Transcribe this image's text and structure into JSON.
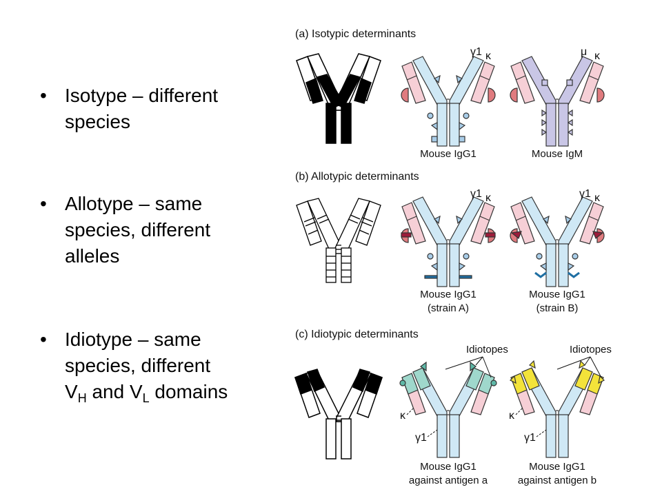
{
  "bullets": [
    {
      "lines": [
        "Isotype – different",
        "species"
      ]
    },
    {
      "lines": [
        "Allotype – same",
        "species, different",
        "alleles"
      ]
    },
    {
      "lines": [
        "Idiotype – same",
        "species, different"
      ],
      "last_line": {
        "v1": "V",
        "sub1": "H",
        "mid": " and V",
        "sub2": "L",
        "end": " domains"
      }
    }
  ],
  "bullet_symbol": "•",
  "panels": [
    {
      "title": "(a) Isotypic determinants",
      "chain_labels": [
        [
          "γ1",
          "κ"
        ],
        [
          "μ",
          "κ"
        ]
      ],
      "captions": [
        [
          "Mouse IgG1"
        ],
        [
          "Mouse IgM"
        ]
      ]
    },
    {
      "title": "(b) Allotypic determinants",
      "chain_labels": [
        [
          "γ1",
          "κ"
        ],
        [
          "γ1",
          "κ"
        ]
      ],
      "captions": [
        [
          "Mouse IgG1",
          "(strain A)"
        ],
        [
          "Mouse IgG1",
          "(strain B)"
        ]
      ]
    },
    {
      "title": "(c) Idiotypic determinants",
      "idiotopes_label": "Idiotopes",
      "side_labels": [
        "κ",
        "γ1"
      ],
      "captions": [
        [
          "Mouse IgG1",
          "against antigen a"
        ],
        [
          "Mouse IgG1",
          "against antigen b"
        ]
      ]
    }
  ],
  "colors": {
    "heavy_chain": "#cfe8f5",
    "light_chain": "#f6cfd6",
    "igm_heavy": "#c9c6e6",
    "isotype_marker": "#e07b7f",
    "allotype_red": "#9c1c3a",
    "allotype_blue": "#1f6fa3",
    "idio_green": "#9fd8cc",
    "idio_yellow": "#f3e33a",
    "black_region": "#000000"
  }
}
